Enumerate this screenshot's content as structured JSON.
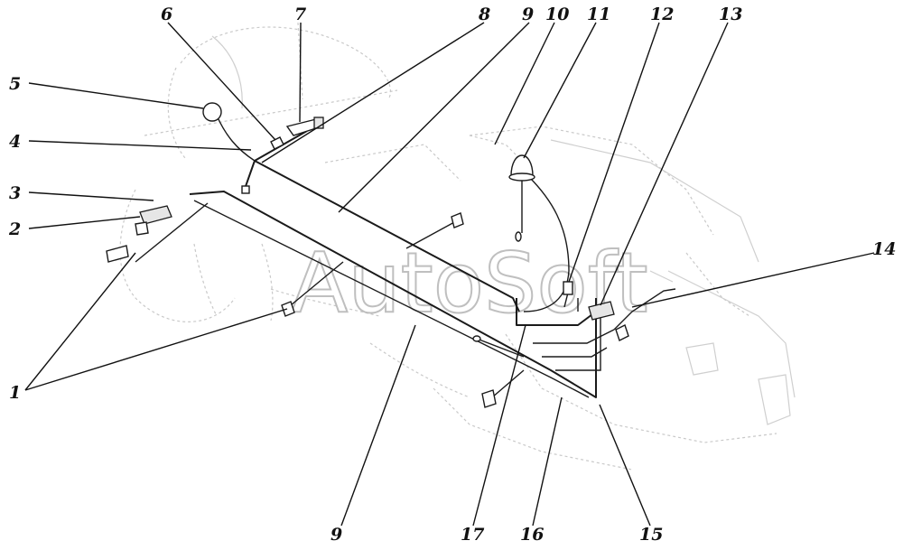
{
  "watermark": "AutoSoft",
  "callouts": [
    {
      "id": "c1",
      "label": "1"
    },
    {
      "id": "c2",
      "label": "2"
    },
    {
      "id": "c3",
      "label": "3"
    },
    {
      "id": "c4",
      "label": "4"
    },
    {
      "id": "c5",
      "label": "5"
    },
    {
      "id": "c6",
      "label": "6"
    },
    {
      "id": "c7",
      "label": "7"
    },
    {
      "id": "c8",
      "label": "8"
    },
    {
      "id": "c9a",
      "label": "9"
    },
    {
      "id": "c10",
      "label": "10"
    },
    {
      "id": "c11",
      "label": "11"
    },
    {
      "id": "c12",
      "label": "12"
    },
    {
      "id": "c13",
      "label": "13"
    },
    {
      "id": "c14",
      "label": "14"
    },
    {
      "id": "c9b",
      "label": "9"
    },
    {
      "id": "c17",
      "label": "17"
    },
    {
      "id": "c16",
      "label": "16"
    },
    {
      "id": "c15",
      "label": "15"
    }
  ]
}
